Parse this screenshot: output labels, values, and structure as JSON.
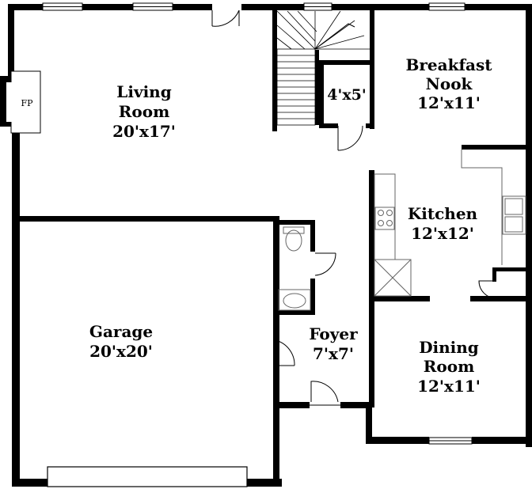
{
  "rooms": {
    "living": {
      "name_line1": "Living",
      "name_line2": "Room",
      "size": "20'x17'"
    },
    "breakfast": {
      "name_line1": "Breakfast",
      "name_line2": "Nook",
      "size": "12'x11'"
    },
    "closet": {
      "size": "4'x5'"
    },
    "kitchen": {
      "name": "Kitchen",
      "size": "12'x12'"
    },
    "garage": {
      "name": "Garage",
      "size": "20'x20'"
    },
    "foyer": {
      "name": "Foyer",
      "size": "7'x7'"
    },
    "dining": {
      "name_line1": "Dining",
      "name_line2": "Room",
      "size": "12'x11'"
    }
  },
  "fireplace": {
    "label": "FP"
  },
  "colors": {
    "wall": "#000000",
    "thin_line": "#666666",
    "background": "#ffffff"
  }
}
